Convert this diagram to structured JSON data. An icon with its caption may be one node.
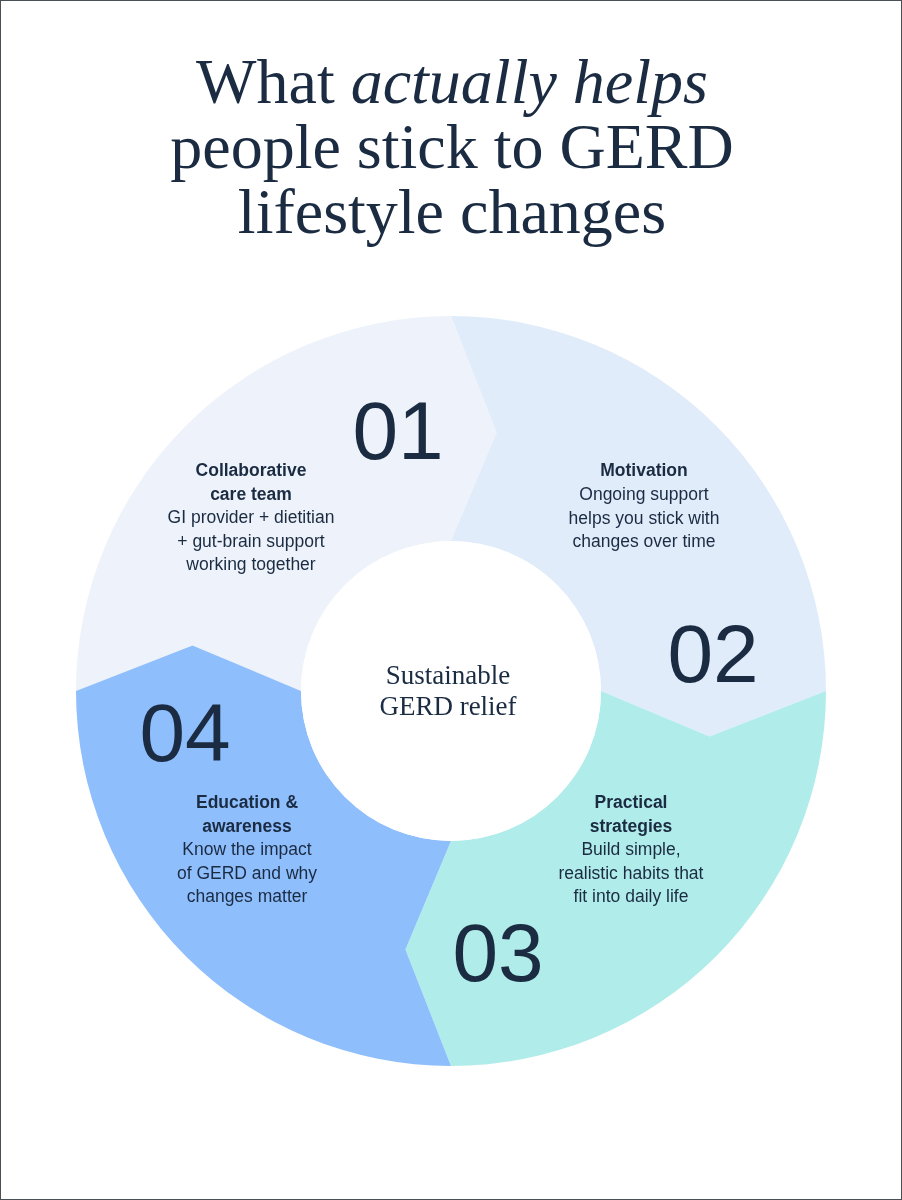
{
  "diagram": {
    "title": "What *actually helps* people stick to GERD lifestyle changes",
    "nodes": [
      {
        "text": [
          "01",
          "Collaborative care team",
          "GI provider + dietitian + gut-brain support working together"
        ]
      },
      {
        "text": [
          "Motivation",
          "Ongoing support helps you stick with changes over time",
          "02"
        ]
      },
      {
        "text": [
          "Practical strategies",
          "Build simple, realistic habits that fit into daily life",
          "03"
        ]
      },
      {
        "text": [
          "04",
          "Education & awareness",
          "Know the impact of GERD and why changes matter"
        ]
      },
      {
        "text": [
          "Sustainable GERD relief"
        ]
      }
    ]
  }
}
